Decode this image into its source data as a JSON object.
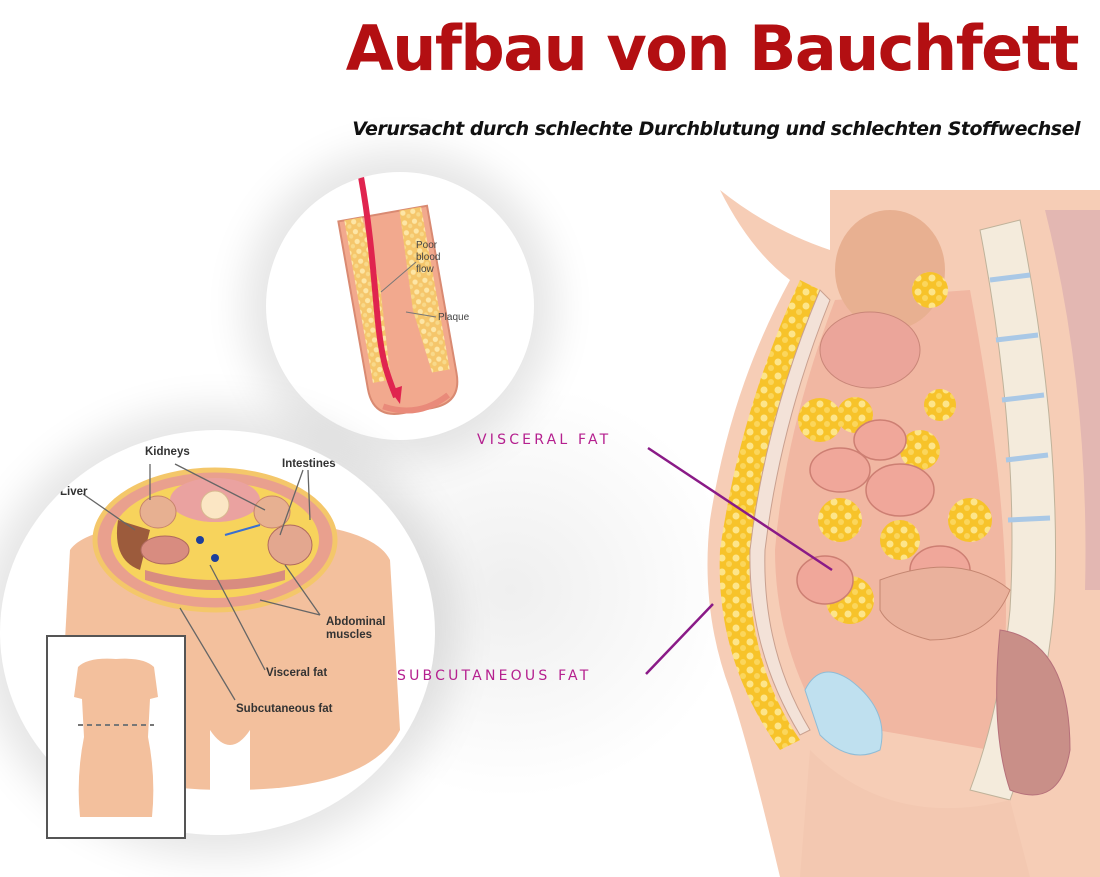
{
  "header": {
    "title": "Aufbau von Bauchfett",
    "subtitle": "Verursacht durch schlechte Durchblutung und schlechten Stoffwechsel"
  },
  "colors": {
    "title": "#b30f12",
    "subtitle": "#111111",
    "callout": "#b5208f",
    "fat": "#f7c52b",
    "tissue": "#f1b49b",
    "background": "#ffffff"
  },
  "artery_inset": {
    "labels": [
      "Poor blood flow",
      "Plaque"
    ],
    "poor_line1": "Poor",
    "poor_line2": "blood",
    "poor_line3": "flow",
    "plaque": "Plaque"
  },
  "cross_section_inset": {
    "labels": {
      "kidneys": "Kidneys",
      "intestines": "Intestines",
      "liver": "Liver",
      "abdominal_line1": "Abdominal",
      "abdominal_line2": "muscles",
      "visceral": "Visceral fat",
      "subcutaneous": "Subcutaneous fat"
    }
  },
  "sagittal_view": {
    "callouts": {
      "visceral": "VISCERAL FAT",
      "subcutaneous": "SUBCUTANEOUS FAT"
    }
  }
}
